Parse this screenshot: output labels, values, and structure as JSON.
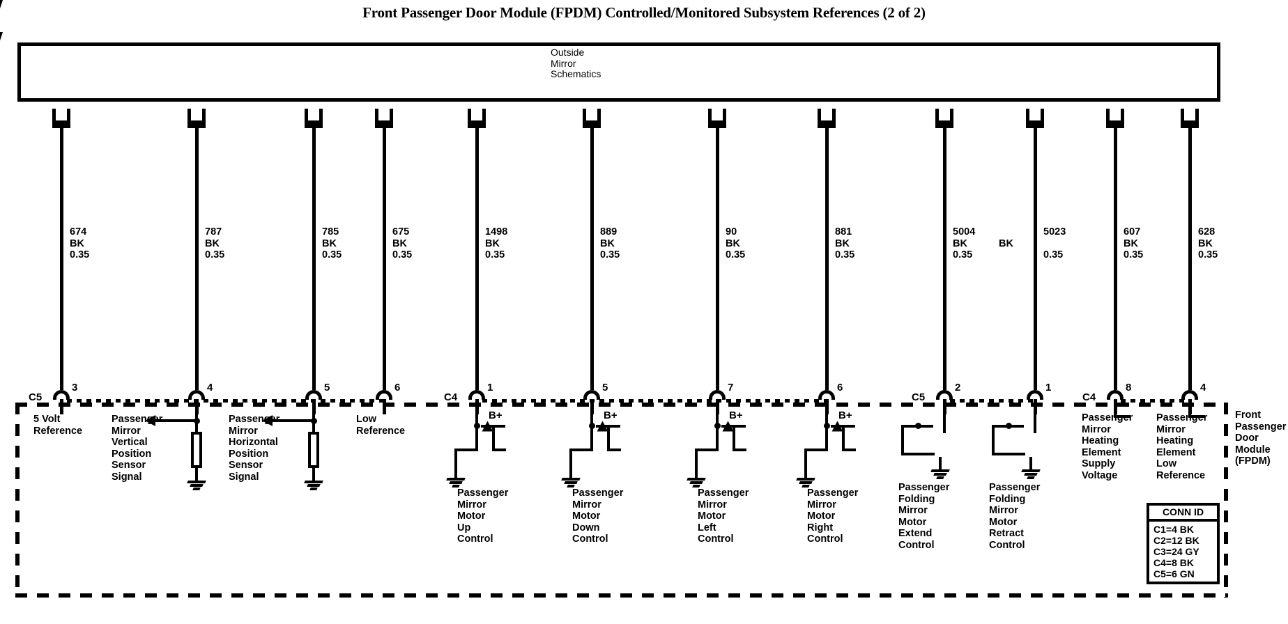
{
  "title": "Front Passenger Door Module (FPDM) Controlled/Monitored Subsystem References (2 of 2)",
  "top_box": {
    "label": "Outside\nMirror\nSchematics"
  },
  "module": {
    "name": "Front\nPassenger\nDoor\nModule\n(FPDM)"
  },
  "conn_id": {
    "header": "CONN ID",
    "rows": "C1=4 BK\nC2=12 BK\nC3=24 GY\nC4=8 BK\nC5=6 GN"
  },
  "circuits": [
    {
      "wire_number": "674",
      "wire_color": "BK",
      "wire_gauge": "0.35",
      "label": "674\nBK\n0.35",
      "connector": "C5",
      "pin": "3",
      "function": "5 Volt\nReference"
    },
    {
      "wire_number": "787",
      "wire_color": "BK",
      "wire_gauge": "0.35",
      "label": "787\nBK\n0.35",
      "connector": "",
      "pin": "4",
      "function": "Passenger\nMirror\nVertical\nPosition\nSensor\nSignal"
    },
    {
      "wire_number": "785",
      "wire_color": "BK",
      "wire_gauge": "0.35",
      "label": "785\nBK\n0.35",
      "connector": "",
      "pin": "5",
      "function": "Passenger\nMirror\nHorizontal\nPosition\nSensor\nSignal"
    },
    {
      "wire_number": "675",
      "wire_color": "BK",
      "wire_gauge": "0.35",
      "label": "675\nBK\n0.35",
      "connector": "",
      "pin": "6",
      "function": "Low\nReference"
    },
    {
      "wire_number": "1498",
      "wire_color": "BK",
      "wire_gauge": "0.35",
      "label": "1498\nBK\n0.35",
      "connector": "C4",
      "pin": "1",
      "function": "Passenger\nMirror\nMotor\nUp\nControl",
      "supply": "B+"
    },
    {
      "wire_number": "889",
      "wire_color": "BK",
      "wire_gauge": "0.35",
      "label": "889\nBK\n0.35",
      "connector": "",
      "pin": "5",
      "function": "Passenger\nMirror\nMotor\nDown\nControl",
      "supply": "B+"
    },
    {
      "wire_number": "90",
      "wire_color": "BK",
      "wire_gauge": "0.35",
      "label": "90\nBK\n0.35",
      "connector": "",
      "pin": "7",
      "function": "Passenger\nMirror\nMotor\nLeft\nControl",
      "supply": "B+"
    },
    {
      "wire_number": "881",
      "wire_color": "BK",
      "wire_gauge": "0.35",
      "label": "881\nBK\n0.35",
      "connector": "",
      "pin": "6",
      "function": "Passenger\nMirror\nMotor\nRight\nControl",
      "supply": "B+"
    },
    {
      "wire_number": "5004",
      "wire_color": "BK",
      "wire_gauge": "0.35",
      "label": "5004\nBK\n0.35",
      "connector": "C5",
      "pin": "2",
      "function": "Passenger\nFolding\nMirror\nMotor\nExtend\nControl"
    },
    {
      "wire_number": "5023",
      "wire_color": "BK",
      "wire_gauge": "0.35",
      "label_number": "5023",
      "label_color": "BK",
      "label_gauge": "0.35",
      "connector": "",
      "pin": "1",
      "function": "Passenger\nFolding\nMirror\nMotor\nRetract\nControl"
    },
    {
      "wire_number": "607",
      "wire_color": "BK",
      "wire_gauge": "0.35",
      "label": "607\nBK\n0.35",
      "connector": "C4",
      "pin": "8",
      "function": "Passenger\nMirror\nHeating\nElement\nSupply\nVoltage"
    },
    {
      "wire_number": "628",
      "wire_color": "BK",
      "wire_gauge": "0.35",
      "label": "628\nBK\n0.35",
      "connector": "",
      "pin": "4",
      "function": "Passenger\nMirror\nHeating\nElement\nLow\nReference"
    }
  ],
  "colors": {
    "line": "#000000",
    "background": "#ffffff"
  }
}
